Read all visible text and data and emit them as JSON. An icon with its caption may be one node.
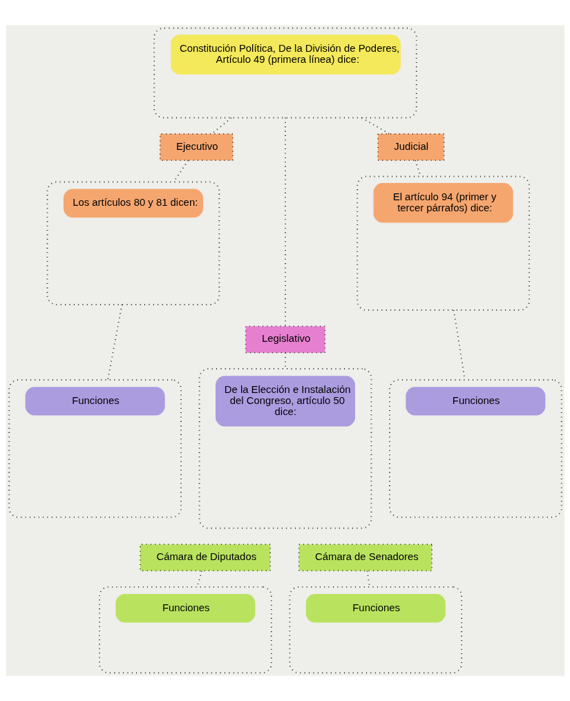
{
  "diagram": {
    "nodes": [
      {
        "text": [
          "Constitución Política, De la División de Poderes, Artículo 49 (primera línea) dice:"
        ]
      },
      {
        "text": [
          "Ejecutivo"
        ]
      },
      {
        "text": [
          "Judicial"
        ]
      },
      {
        "text": [
          "Los artículos 80 y 81 dicen:"
        ]
      },
      {
        "text": [
          "El artículo 94 (primer y tercer párrafos) dice:"
        ]
      },
      {
        "text": [
          "Legislativo"
        ]
      },
      {
        "text": [
          "Funciones"
        ]
      },
      {
        "text": [
          "De la Elección e Instalación del Congreso, artículo 50 dice:"
        ]
      },
      {
        "text": [
          "Funciones"
        ]
      },
      {
        "text": [
          "Cámara de Diputados"
        ]
      },
      {
        "text": [
          "Cámara de Senadores"
        ]
      },
      {
        "text": [
          "Funciones"
        ]
      },
      {
        "text": [
          "Funciones"
        ]
      }
    ],
    "edges": [
      {
        "from": 0,
        "to": 1,
        "arrow": "none"
      },
      {
        "from": 0,
        "to": 5,
        "arrow": "none"
      },
      {
        "from": 0,
        "to": 2,
        "arrow": "none"
      },
      {
        "from": 1,
        "to": 3,
        "arrow": "none"
      },
      {
        "from": 2,
        "to": 4,
        "arrow": "none"
      },
      {
        "from": 3,
        "to": 6,
        "arrow": "none"
      },
      {
        "from": 4,
        "to": 8,
        "arrow": "none"
      },
      {
        "from": 5,
        "to": 7,
        "arrow": "none"
      },
      {
        "from": 9,
        "to": 11,
        "arrow": "none"
      },
      {
        "from": 10,
        "to": 12,
        "arrow": "none"
      }
    ]
  }
}
